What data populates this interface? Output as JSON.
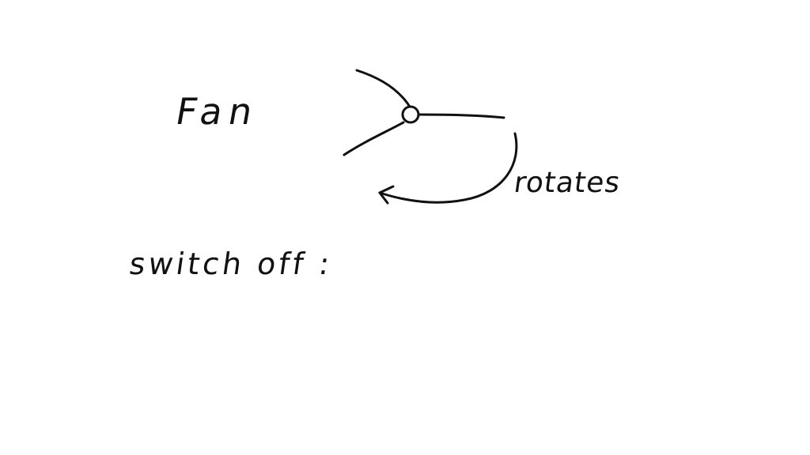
{
  "labels": {
    "fan": "Fan",
    "rotates": "rotates",
    "switch_off": "switch off :"
  },
  "colors": {
    "background": "#ffffff",
    "ink": "#111111"
  }
}
